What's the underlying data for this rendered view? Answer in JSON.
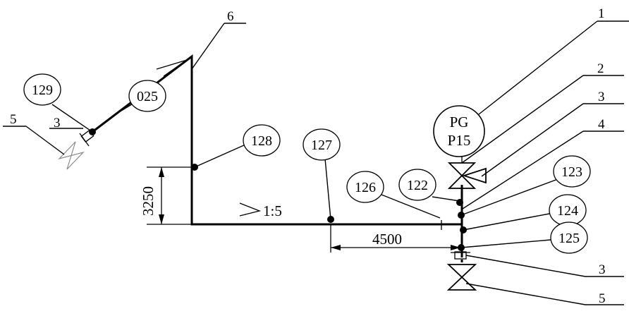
{
  "diagram": {
    "position_labels": [
      "1",
      "2",
      "3",
      "4",
      "3",
      "5",
      "6",
      "5",
      "3"
    ],
    "node_bubbles": [
      "129",
      "025",
      "128",
      "127",
      "126",
      "122",
      "123",
      "124",
      "125"
    ],
    "gauge": {
      "line1": "PG",
      "line2": "P15"
    },
    "slope": "1:5",
    "dimensions": {
      "horizontal": "4500",
      "vertical": "3250"
    }
  }
}
